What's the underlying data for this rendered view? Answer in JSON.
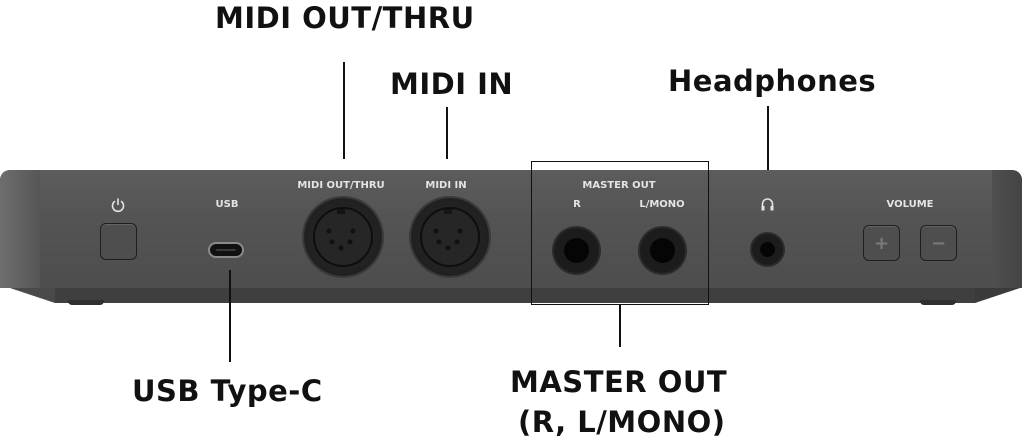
{
  "callouts": {
    "midi_out_thru": "MIDI OUT/THRU",
    "midi_in": "MIDI IN",
    "headphones": "Headphones",
    "usb_type_c": "USB Type-C",
    "master_out_line1": "MASTER OUT",
    "master_out_line2": "(R, L/MONO)"
  },
  "panel": {
    "power_icon": "power-icon",
    "usb_label": "USB",
    "midi_out_thru_label": "MIDI OUT/THRU",
    "midi_in_label": "MIDI IN",
    "master_out_label": "MASTER OUT",
    "master_out_r_label": "R",
    "master_out_lmono_label": "L/MONO",
    "headphones_icon": "headphones-icon",
    "volume_label": "VOLUME",
    "volume_up_glyph": "+",
    "volume_down_glyph": "−"
  },
  "colors": {
    "device_body": "#545454",
    "panel_text": "#e4e4e4",
    "callout_text": "#111111",
    "background": "#ffffff"
  }
}
